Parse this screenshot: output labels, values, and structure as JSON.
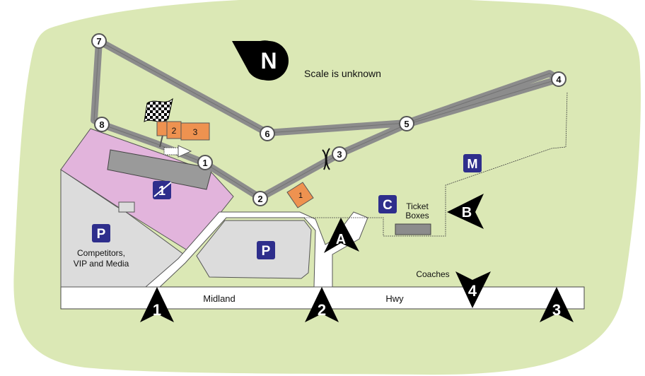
{
  "map": {
    "north_symbol": "N",
    "scale_note": "Scale is unknown",
    "corners": [
      "1",
      "2",
      "3",
      "4",
      "5",
      "6",
      "7",
      "8"
    ],
    "parking": {
      "symbol": "P",
      "competitors_label_line1": "Competitors,",
      "competitors_label_line2": "VIP and Media"
    },
    "zones": {
      "c": "C",
      "m": "M"
    },
    "ticket_boxes": {
      "line1": "Ticket",
      "line2": "Boxes"
    },
    "coaches_label": "Coaches",
    "road": {
      "word1": "Midland",
      "word2": "Hwy"
    },
    "buildings": {
      "pit_2": "2",
      "pit_3": "3",
      "pit_1": "1"
    },
    "pit_zone_icon": "1",
    "gates_upper": [
      "A",
      "B"
    ],
    "gates_road": [
      "1",
      "2",
      "3",
      "4"
    ],
    "colors": {
      "grass": "#dbe8b5",
      "track": "#8c8c8c",
      "paddock": "#e2b4dc",
      "parking_lot": "#dcdcdc",
      "building": "#ee9250",
      "marker_blue": "#2e2e8c"
    }
  }
}
